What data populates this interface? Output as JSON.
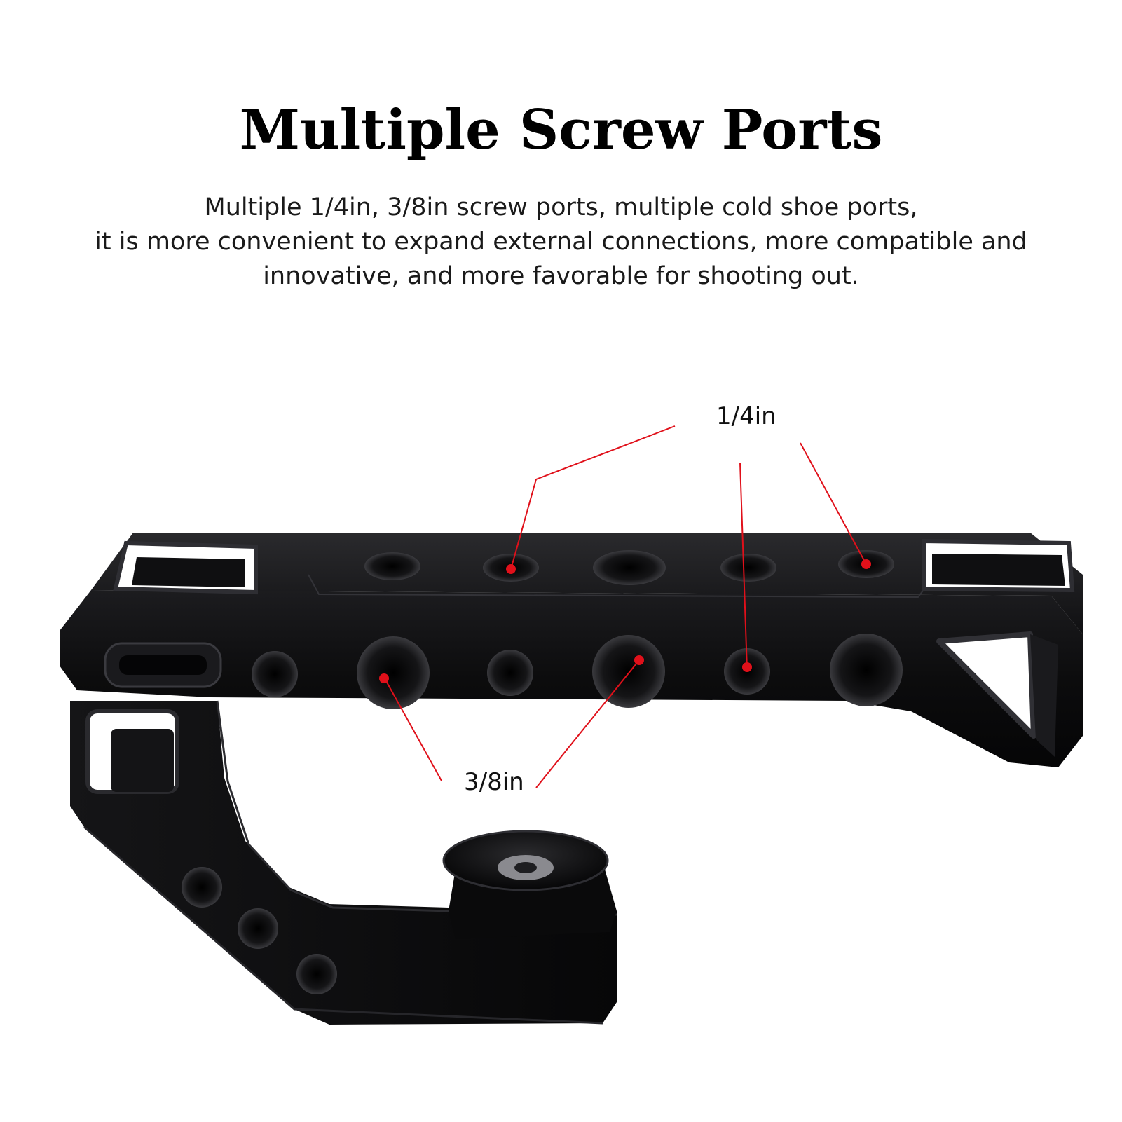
{
  "title": "Multiple Screw Ports",
  "description": {
    "lines": [
      "Multiple 1/4in, 3/8in screw ports, multiple cold shoe ports,",
      "it is more convenient to expand external connections, more compatible and",
      "innovative, and more favorable for shooting out."
    ]
  },
  "callouts": {
    "quarter_inch": "1/4in",
    "three_eighths_inch": "3/8in"
  },
  "colors": {
    "background": "#ffffff",
    "handle": "#0b0b0c",
    "callout": "#e0101a"
  }
}
